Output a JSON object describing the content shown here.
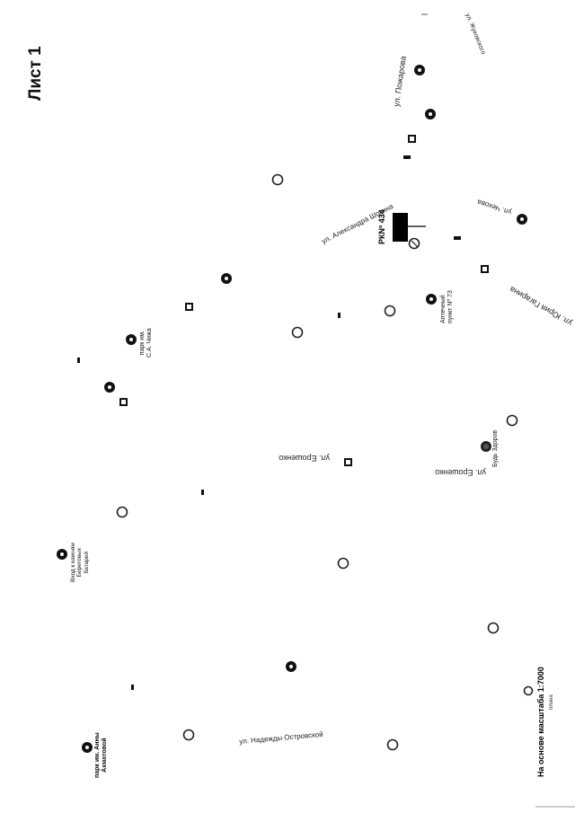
{
  "sheet_title": "Лист 1",
  "scale_note": "На основе масштаба 1:7000",
  "scale_sub": "плана",
  "pkb_label": "РКNº 434",
  "streets": {
    "pozharova": "ул. Пожарова",
    "zhukovskogo": "ул. Жуковского",
    "shokina": "ул. Александра Шокина",
    "chekhova": "ул. Чехова",
    "gagarina": "ул. Юрия Гагарина",
    "eroshenko1": "ул. Ерошенко",
    "eroshenko2": "ул. Ерошенко",
    "ostrovskoy": "ул. Надежды Островской"
  },
  "places": {
    "park_chizh": "парк им.\nС.А. Чижа",
    "pharmacy": "Аптечный\nпункт Nº 73",
    "budz_zdorov": "Будь Здоров",
    "battery_monument": "Вход к камням\nБереговых\nбатарей",
    "park_akhmatova": "парк им. Анны\nАхматовой"
  },
  "icons": {
    "landmark_color": "#000000",
    "background": "#ffffff"
  }
}
